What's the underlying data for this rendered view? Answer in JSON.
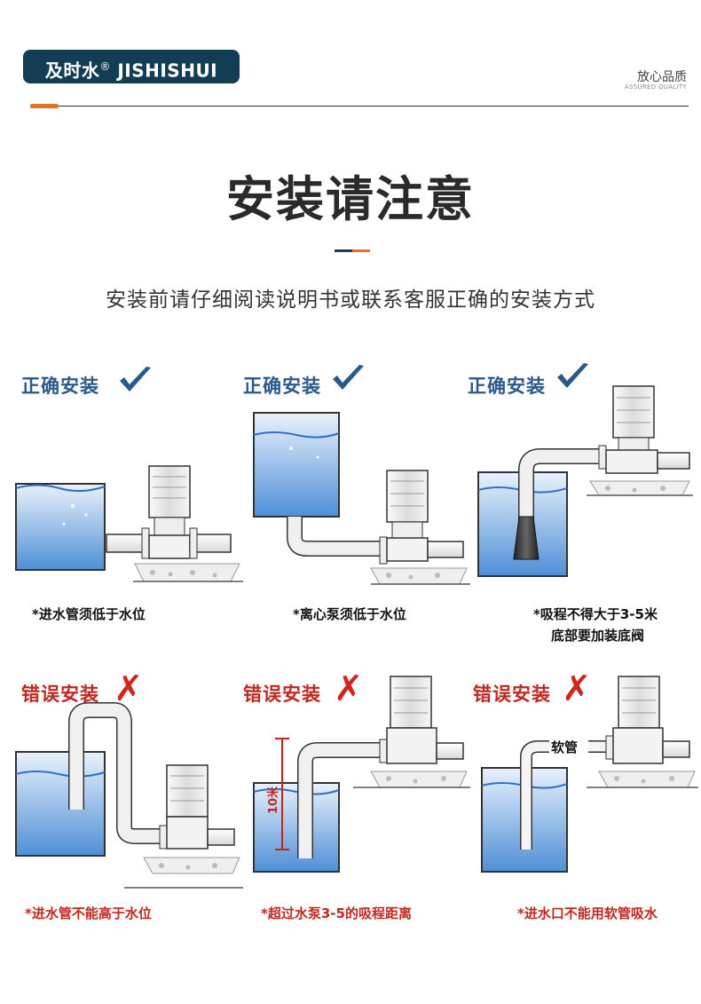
{
  "brand": {
    "name": "及时水",
    "registered": "®",
    "latin": "JISHISHUI"
  },
  "tagline": {
    "cn": "放心品质",
    "en": "ASSURED QUALITY"
  },
  "title": "安装请注意",
  "subtitle": "安装前请仔细阅读说明书或联系客服正确的安装方式",
  "colors": {
    "brand": "#123d54",
    "accent": "#e8702a",
    "correct": "#2a5a8c",
    "wrong": "#c2271f",
    "water": "#4f8fd6"
  },
  "panels": [
    {
      "label": "正确安装",
      "status": "correct",
      "caption": "*进水管须低于水位"
    },
    {
      "label": "正确安装",
      "status": "correct",
      "caption": "*离心泵须低于水位"
    },
    {
      "label": "正确安装",
      "status": "correct",
      "caption_lines": [
        "*吸程不得大于3-5米",
        "底部要加装底阀"
      ]
    },
    {
      "label": "错误安装",
      "status": "wrong",
      "caption": "*进水管不能高于水位"
    },
    {
      "label": "错误安装",
      "status": "wrong",
      "caption": "*超过水泵3-5的吸程距离",
      "dimension_label": "10米"
    },
    {
      "label": "错误安装",
      "status": "wrong",
      "caption": "*进水口不能用软管吸水",
      "hose_label": "软管"
    }
  ],
  "icons": {
    "correct": "check-icon",
    "wrong": "cross-icon"
  }
}
